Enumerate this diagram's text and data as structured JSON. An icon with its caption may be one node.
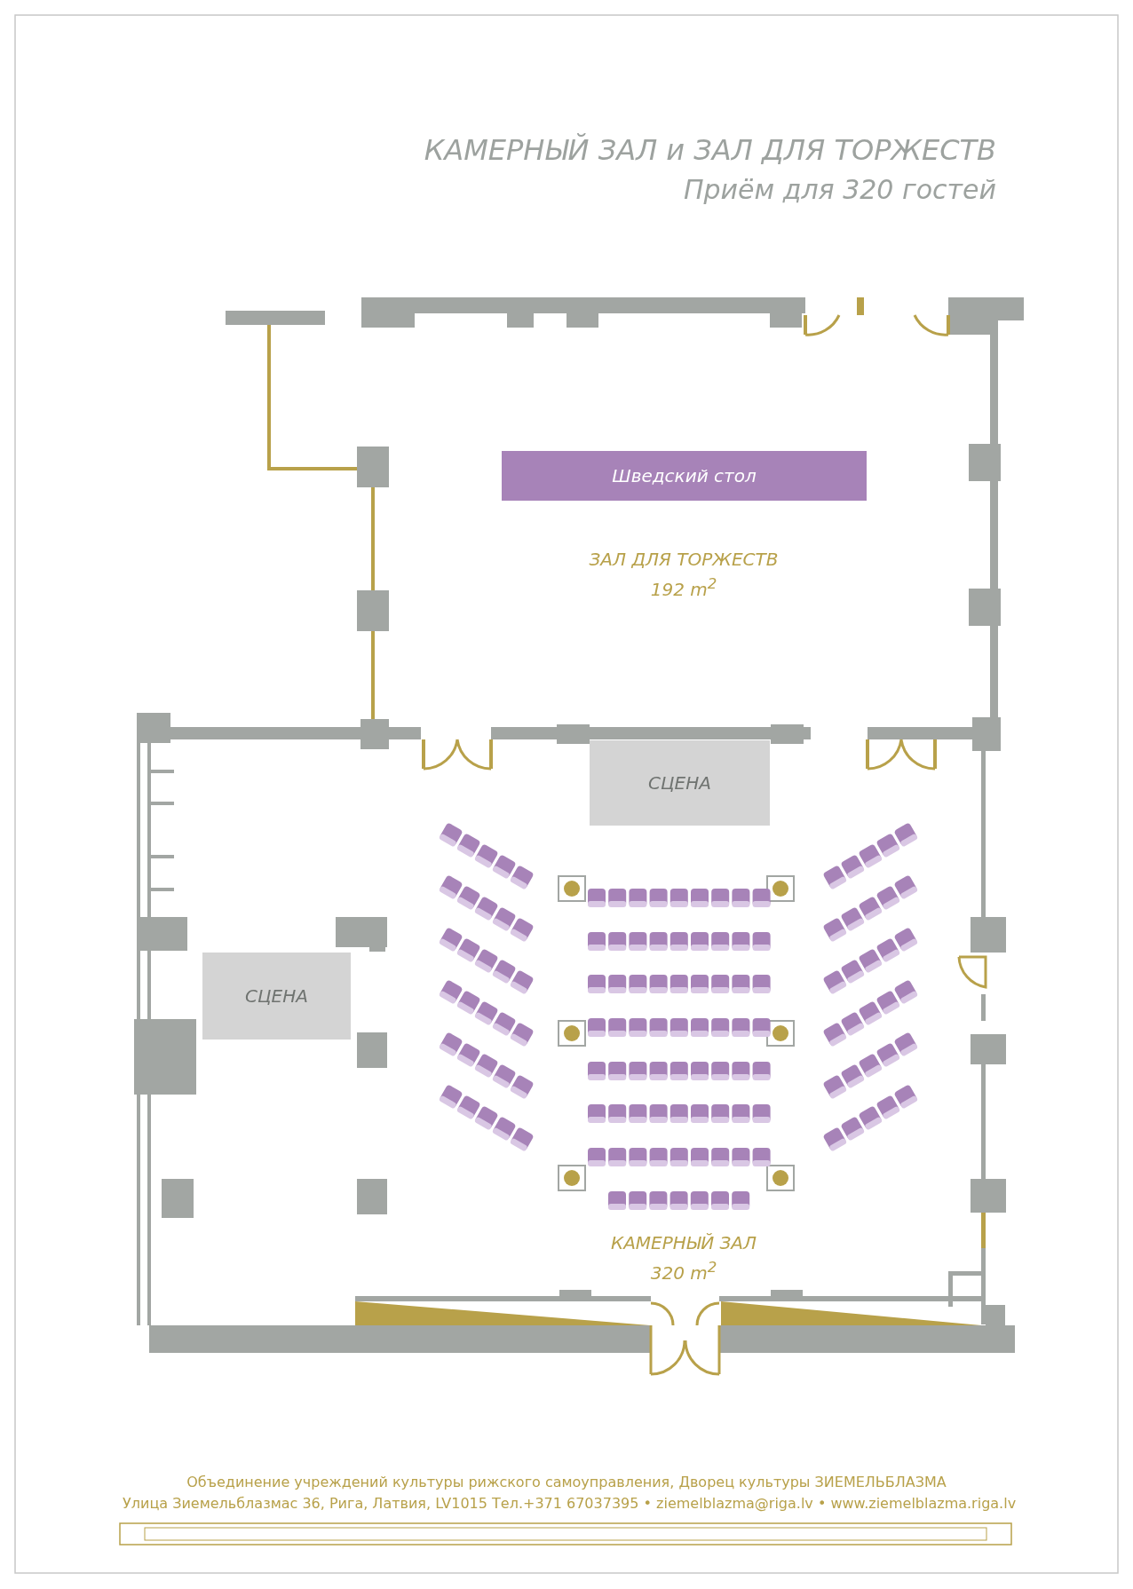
{
  "diagram": {
    "title": "КАМЕРНЫЙ ЗАЛ и ЗАЛ ДЛЯ ТОРЖЕСТВ",
    "nodes": [
      {
        "text": [
          "Шведский стол"
        ]
      },
      {
        "text": [
          "СЦЕНА"
        ]
      },
      {
        "text": [
          "СЦЕНА"
        ]
      }
    ],
    "edges": [],
    "labels": [
      "Приём для 320 гостей",
      "ЗАЛ ДЛЯ ТОРЖЕСТВ",
      "192 m$^{2}$",
      "КАМЕРНЫЙ ЗАЛ",
      "320 m$^{2}$",
      "Объединение учреждений культуры рижского самоуправления, Дворец культуры ЗИЕМЕЛЬБЛАЗМА",
      "Улица Зиемельблазмас 36, Рига, Латвия, LV1015 Тел.+371 67037395 • ziemelblazma@riga.lv • www.ziemelblazma.riga.lv"
    ]
  }
}
